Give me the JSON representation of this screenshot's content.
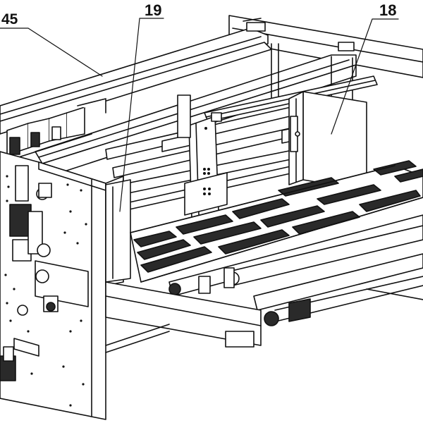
{
  "callouts": {
    "c45": "45",
    "c19": "19",
    "c18": "18"
  },
  "colors": {
    "ink": "#111111",
    "paper": "#ffffff",
    "shade": "#e6e6e6",
    "dark": "#2a2a2a"
  }
}
